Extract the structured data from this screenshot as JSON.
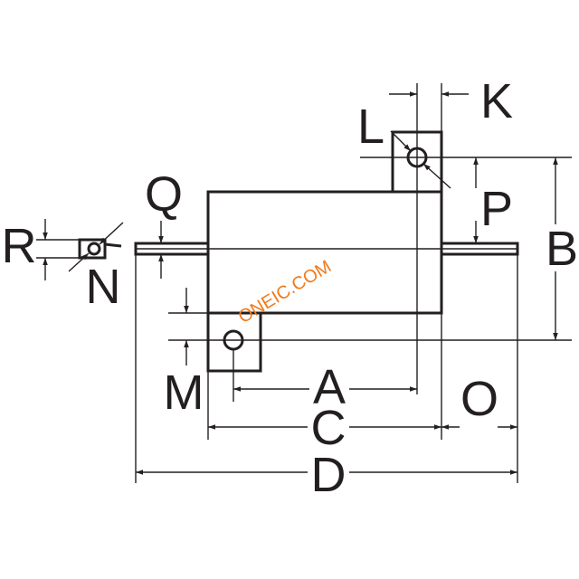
{
  "labels": {
    "A": "A",
    "B": "B",
    "C": "C",
    "D": "D",
    "K": "K",
    "L": "L",
    "M": "M",
    "N": "N",
    "O": "O",
    "P": "P",
    "Q": "Q",
    "R": "R"
  },
  "watermark": "ONEIC.COM",
  "colors": {
    "line": "#231f20",
    "watermark": "#f07a1a"
  }
}
